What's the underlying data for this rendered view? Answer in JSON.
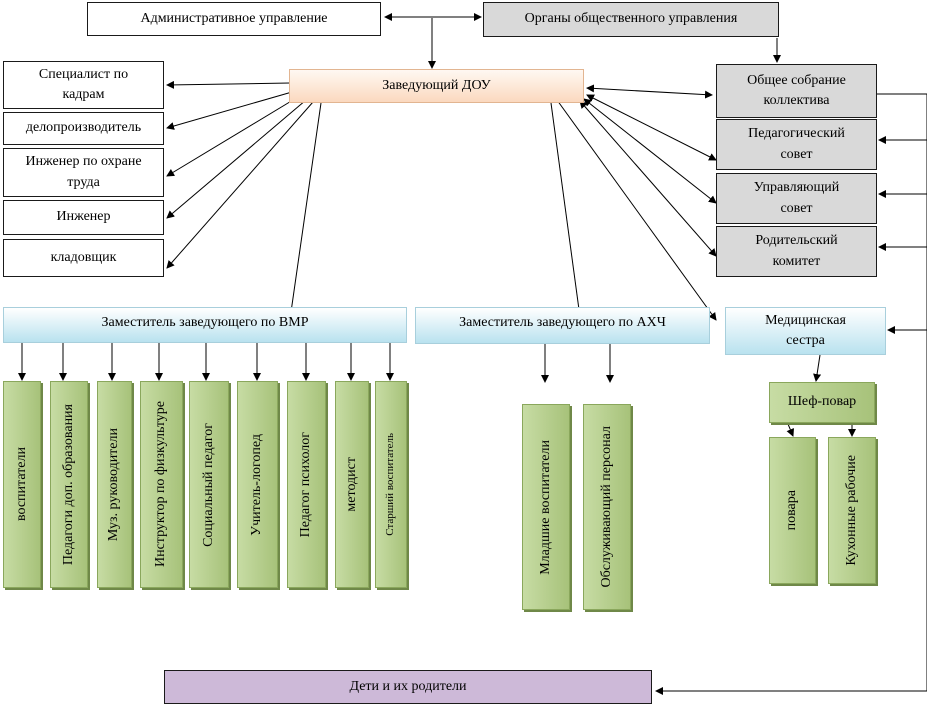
{
  "boxes": {
    "admin": "Административное управление",
    "organs": "Органы общественного управления",
    "head": "Заведующий ДОУ",
    "hr": "Специалист по кадрам",
    "clerk": "делопроизводитель",
    "safety": "Инженер по охране труда",
    "engineer": "Инженер",
    "storekeeper": "кладовщик",
    "general_meeting": "Общее собрание коллектива",
    "ped_council": "Педагогический совет",
    "gov_council": "Управляющий совет",
    "parent_committee": "Родительский комитет",
    "deputy_vmr": "Заместитель заведующего по ВМР",
    "deputy_ahch": "Заместитель заведующего по АХЧ",
    "nurse": "Медицинская сестра",
    "chef": "Шеф-повар",
    "children": "Дети и их родители"
  },
  "vmr_staff": [
    "воспитатели",
    "Педагоги доп. образования",
    "Муз. руководители",
    "Инструктор по физкультуре",
    "Социальный педагог",
    "Учитель-логопед",
    "Педагог психолог",
    "методист",
    "Старший воспитатель"
  ],
  "ahch_staff": [
    "Младшие воспитатели",
    "Обслуживающий персонал"
  ],
  "kitchen_staff": [
    "повара",
    "Кухонные рабочие"
  ]
}
